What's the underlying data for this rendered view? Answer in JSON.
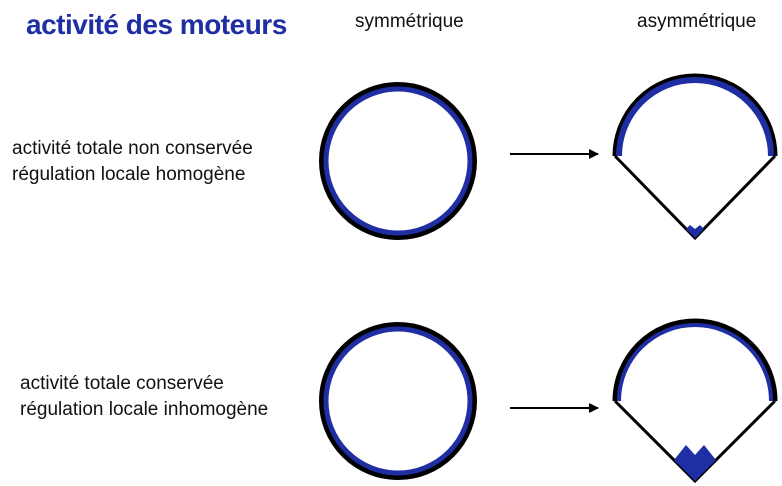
{
  "title": "activité des moteurs",
  "columns": {
    "symmetric": "symmétrique",
    "asymmetric": "asymmétrique"
  },
  "rows": [
    {
      "line1": "activité totale non conservée",
      "line2": "régulation locale homogène"
    },
    {
      "line1": "activité totale conservée",
      "line2": "régulation locale inhomogène"
    }
  ],
  "colors": {
    "accent": "#1f2fa3",
    "outline": "#000000"
  }
}
